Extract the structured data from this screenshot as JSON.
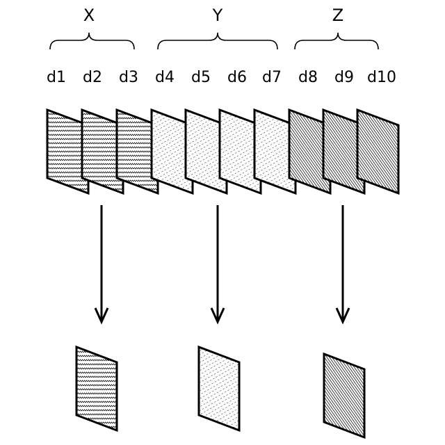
{
  "groups": [
    {
      "label": "X",
      "pattern": "zigzag",
      "members": [
        "d1",
        "d2",
        "d3"
      ]
    },
    {
      "label": "Y",
      "pattern": "dashed-diagonal",
      "members": [
        "d4",
        "d5",
        "d6",
        "d7"
      ]
    },
    {
      "label": "Z",
      "pattern": "dense-hatch",
      "members": [
        "d8",
        "d9",
        "d10"
      ]
    }
  ],
  "documents": [
    "d1",
    "d2",
    "d3",
    "d4",
    "d5",
    "d6",
    "d7",
    "d8",
    "d9",
    "d10"
  ],
  "colors": {
    "stroke": "#000000",
    "background": "#ffffff",
    "sheet_fill": "#ffffff"
  }
}
